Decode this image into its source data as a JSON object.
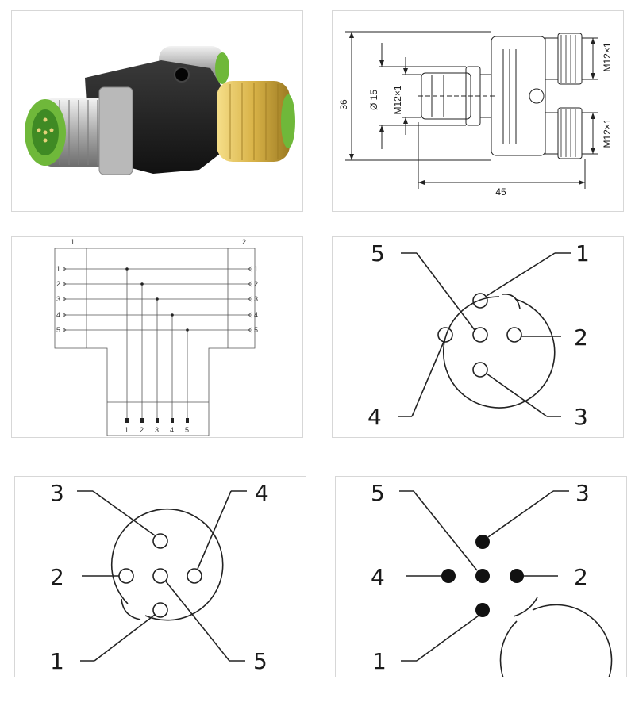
{
  "colors": {
    "accent_green": "#6fb83a",
    "line": "#222222",
    "brass": "#d9b348"
  },
  "drawing": {
    "dim_height": "36",
    "dim_diameter": "Ø 15",
    "dim_thread_male": "M12×1",
    "dim_thread_top": "M12×1",
    "dim_thread_bottom": "M12×1",
    "dim_length": "45"
  },
  "wiring": {
    "port_left": "1",
    "port_right": "2",
    "left_pins": [
      "1",
      "2",
      "3",
      "4",
      "5"
    ],
    "right_pins": [
      "1",
      "2",
      "3",
      "4",
      "5"
    ],
    "bottom_pins": [
      "1",
      "2",
      "3",
      "4",
      "5"
    ]
  },
  "pinout_a": {
    "p1": "1",
    "p2": "2",
    "p3": "3",
    "p4": "4",
    "p5": "5"
  },
  "pinout_b": {
    "p1": "1",
    "p2": "2",
    "p3": "3",
    "p4": "4",
    "p5": "5"
  },
  "pinout_c": {
    "p1": "1",
    "p2": "2",
    "p3": "3",
    "p4": "4",
    "p5": "5"
  }
}
